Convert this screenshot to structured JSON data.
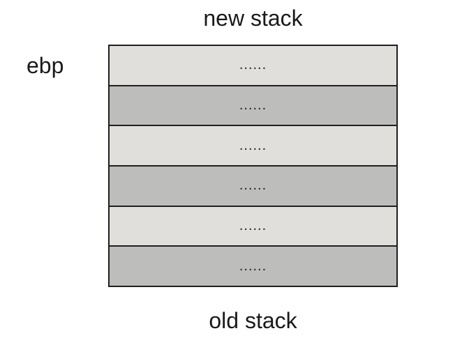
{
  "labels": {
    "top": "new stack",
    "bottom": "old stack",
    "pointer": "ebp"
  },
  "stack": {
    "cells": [
      {
        "text": "......",
        "shade": "light"
      },
      {
        "text": "......",
        "shade": "dark"
      },
      {
        "text": "......",
        "shade": "light"
      },
      {
        "text": "......",
        "shade": "dark"
      },
      {
        "text": "......",
        "shade": "light"
      },
      {
        "text": "......",
        "shade": "dark"
      }
    ]
  },
  "colors": {
    "light_cell": "#e0dfdc",
    "dark_cell": "#bdbebb",
    "border": "#1f1f1f"
  }
}
